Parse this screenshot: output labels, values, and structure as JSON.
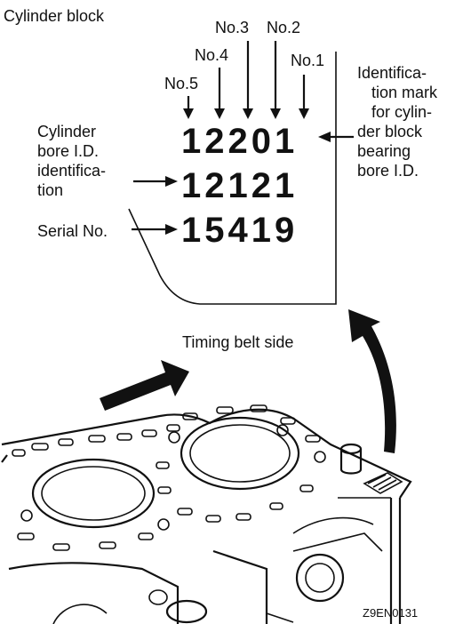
{
  "title": "Cylinder block",
  "cylinders": [
    "No.5",
    "No.4",
    "No.3",
    "No.2",
    "No.1"
  ],
  "labels": {
    "bore_id_1": "Cylinder",
    "bore_id_2": "bore I.D.",
    "bore_id_3": "identifica-",
    "bore_id_4": "tion",
    "serial": "Serial No.",
    "mark_1": "Identifica-",
    "mark_2": "tion mark",
    "mark_3": "for cylin-",
    "mark_4": "der block",
    "mark_5": "bearing",
    "mark_6": "bore I.D.",
    "timing": "Timing belt side",
    "code": "Z9EN0131"
  },
  "rows": {
    "bearing_id": "12201",
    "bore_id": "12121",
    "serial": "15419"
  }
}
